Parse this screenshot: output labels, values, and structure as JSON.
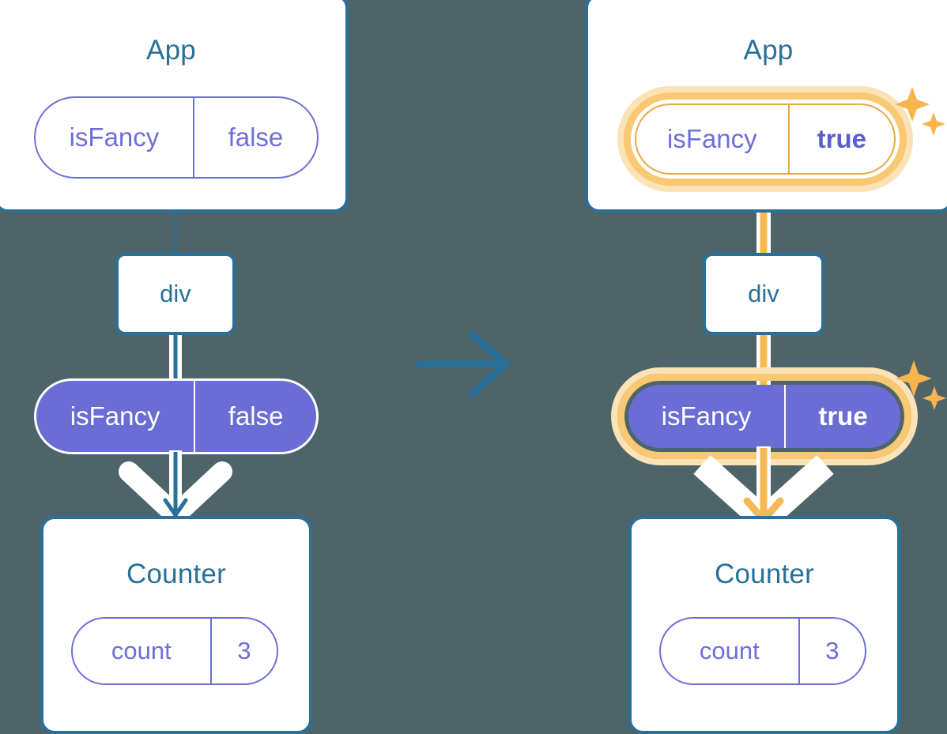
{
  "diagram": {
    "title": "react-state-propagation-diagram",
    "background_color": "#4d6569",
    "accent_blue": "#2a7099",
    "accent_purple": "#6a6dd4",
    "accent_amber": "#f7b955",
    "transition_icon": "right-arrow-icon"
  },
  "before": {
    "app": {
      "label": "App",
      "state": {
        "key": "isFancy",
        "value": "false"
      }
    },
    "div": {
      "label": "div"
    },
    "prop": {
      "key": "isFancy",
      "value": "false"
    },
    "counter": {
      "label": "Counter",
      "state": {
        "key": "count",
        "value": "3"
      }
    }
  },
  "after": {
    "app": {
      "label": "App",
      "state": {
        "key": "isFancy",
        "value": "true"
      }
    },
    "div": {
      "label": "div"
    },
    "prop": {
      "key": "isFancy",
      "value": "true"
    },
    "counter": {
      "label": "Counter",
      "state": {
        "key": "count",
        "value": "3"
      }
    }
  }
}
